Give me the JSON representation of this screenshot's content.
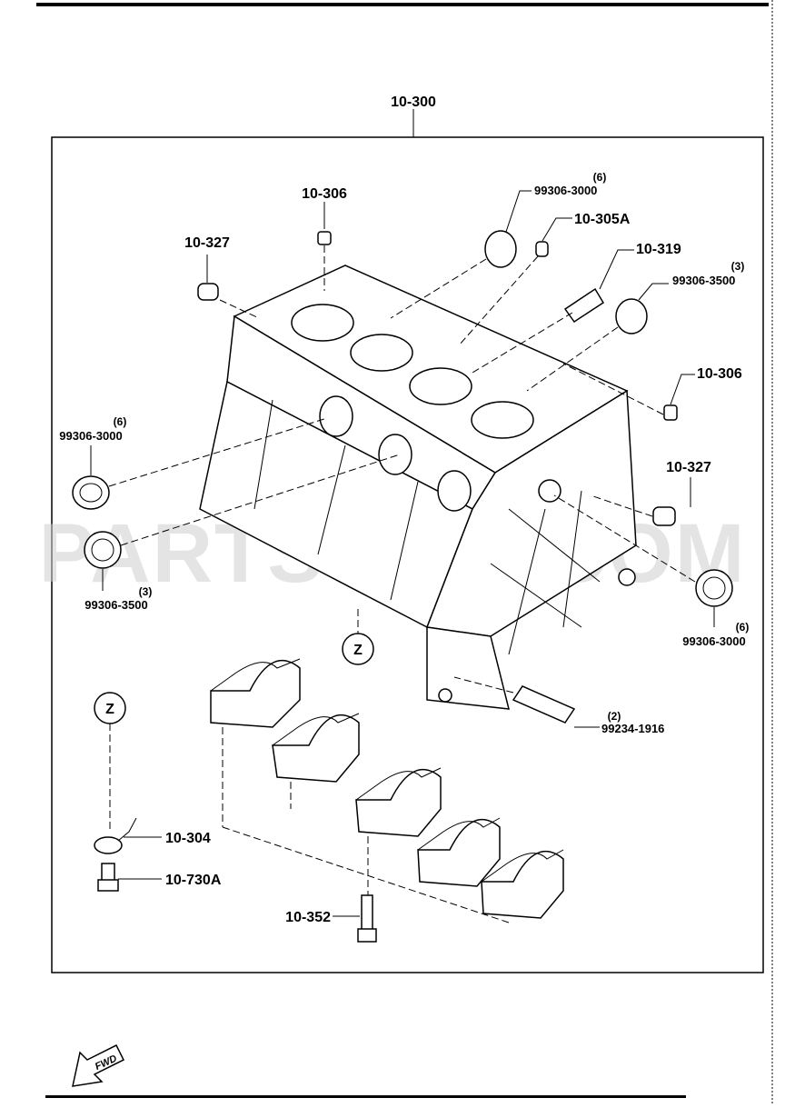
{
  "diagram": {
    "assembly_label": "10-300",
    "watermark": "PARTSOUQ.COM",
    "callouts": {
      "p306_top": "10-306",
      "p327_top": "10-327",
      "p99306_3000_top": "99306-3000",
      "p99306_3000_top_qty": "(6)",
      "p305A": "10-305A",
      "p319": "10-319",
      "p99306_3500_top": "99306-3500",
      "p99306_3500_top_qty": "(3)",
      "p306_right": "10-306",
      "p327_right": "10-327",
      "p99306_3000_left": "99306-3000",
      "p99306_3000_left_qty": "(6)",
      "p99306_3500_left": "99306-3500",
      "p99306_3500_left_qty": "(3)",
      "p99306_3000_right": "99306-3000",
      "p99306_3000_right_qty": "(6)",
      "p99234_1916": "99234-1916",
      "p99234_1916_qty": "(2)",
      "p304": "10-304",
      "p730A": "10-730A",
      "p352": "10-352"
    },
    "ref_marker_block": "Z",
    "ref_marker_detail": "Z",
    "fwd_label": "FWD"
  }
}
